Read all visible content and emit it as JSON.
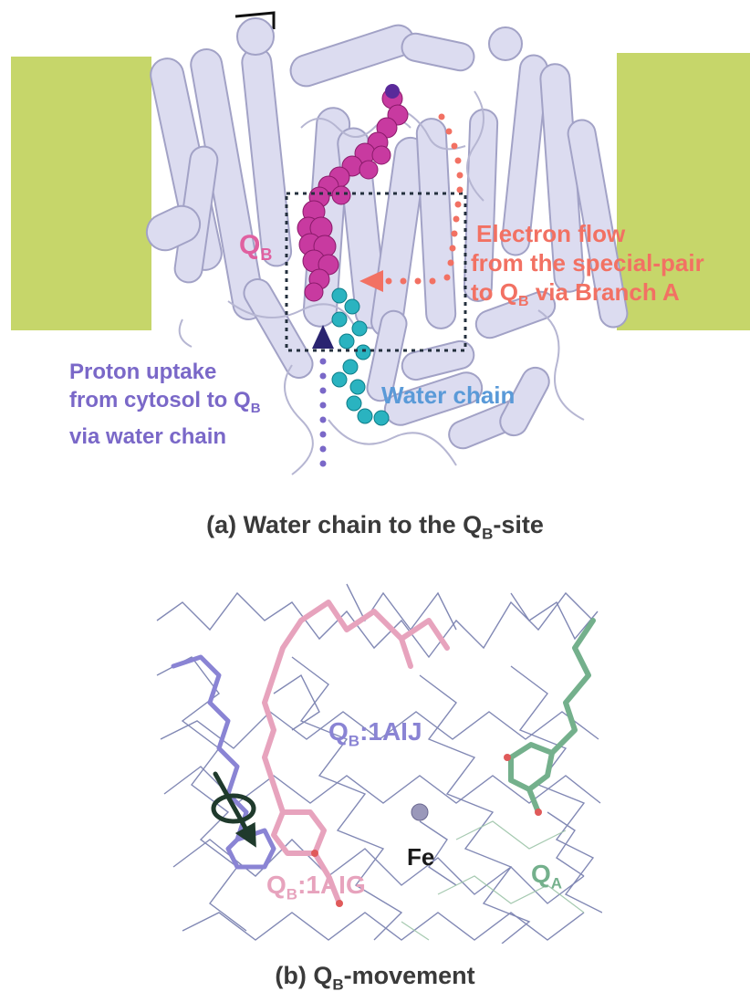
{
  "panel_a": {
    "labels": {
      "qb": "Q",
      "qb_sub": "B",
      "electron_line1": "Electron flow",
      "electron_line2": "from the special-pair",
      "electron_line3": "to Q",
      "electron_line3_sub": "B",
      "electron_line3_tail": " via Branch A",
      "proton_line1": "Proton uptake",
      "proton_line2": "from cytosol to Q",
      "proton_line2_sub": "B",
      "proton_line3": "via water chain",
      "water_chain": "Water chain"
    },
    "caption": {
      "pre": "(a) Water chain to the Q",
      "sub": "B",
      "post": "-site"
    },
    "colors": {
      "membrane": "#c6d66a",
      "helix": "#dcdcf0",
      "helix_stroke": "#9a9ac0",
      "quinone": "#c83aa0",
      "water": "#2ab3c0",
      "electron": "#f27163",
      "proton": "#7a68c8"
    }
  },
  "panel_b": {
    "labels": {
      "qb_1aij_pre": "Q",
      "qb_1aij_sub": "B",
      "qb_1aij_post": ":1AIJ",
      "fe": "Fe",
      "qb_1aig_pre": "Q",
      "qb_1aig_sub": "B",
      "qb_1aig_post": ":1AIG",
      "qa_pre": "Q",
      "qa_sub": "A"
    },
    "caption": {
      "pre": "(b) Q",
      "sub": "B",
      "post": "-movement"
    },
    "colors": {
      "backbone": "#6c74a8",
      "qb_1aij": "#8a84d4",
      "qb_1aig": "#e7a3bd",
      "qa": "#74b08c",
      "fe": "#9a98ba",
      "arrow": "#1f3a2c"
    }
  }
}
